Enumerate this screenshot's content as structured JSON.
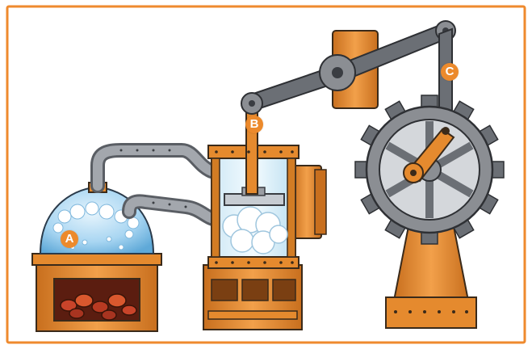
{
  "labels": {
    "boiler": "A",
    "cylinder_rod": "B",
    "crank_link": "C"
  },
  "colors": {
    "border": "#ef8a2e",
    "brass": "#e58a2e",
    "brass_dark": "#b8661c",
    "pipe": "#9a9da3",
    "wheel": "#8b8e93",
    "water": "#a9d6f2",
    "fire": "#c9442a",
    "marker": "#ec8a2c"
  }
}
